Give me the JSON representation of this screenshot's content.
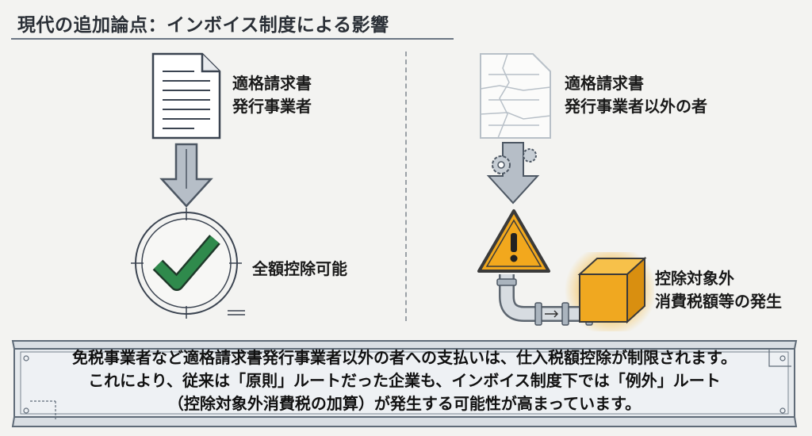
{
  "title": "現代の追加論点：インボイス制度による影響",
  "left": {
    "entity_line1": "適格請求書",
    "entity_line2": "発行事業者",
    "result": "全額控除可能"
  },
  "right": {
    "entity_line1": "適格請求書",
    "entity_line2": "発行事業者以外の者",
    "result_line1": "控除対象外",
    "result_line2": "消費税額等の発生"
  },
  "summary": {
    "line1": "免税事業者など適格請求書発行事業者以外の者への支払いは、仕入税額控除が制限されます。",
    "line2": "これにより、従来は「原則」ルートだった企業も、インボイス制度下では「例外」ルート",
    "line3": "（控除対象外消費税の加算）が発生する可能性が高まっています。"
  },
  "colors": {
    "check": "#2f8a4c",
    "warning": "#f2a81d",
    "box": "#f0a820",
    "steel": "#8e9aa6"
  }
}
